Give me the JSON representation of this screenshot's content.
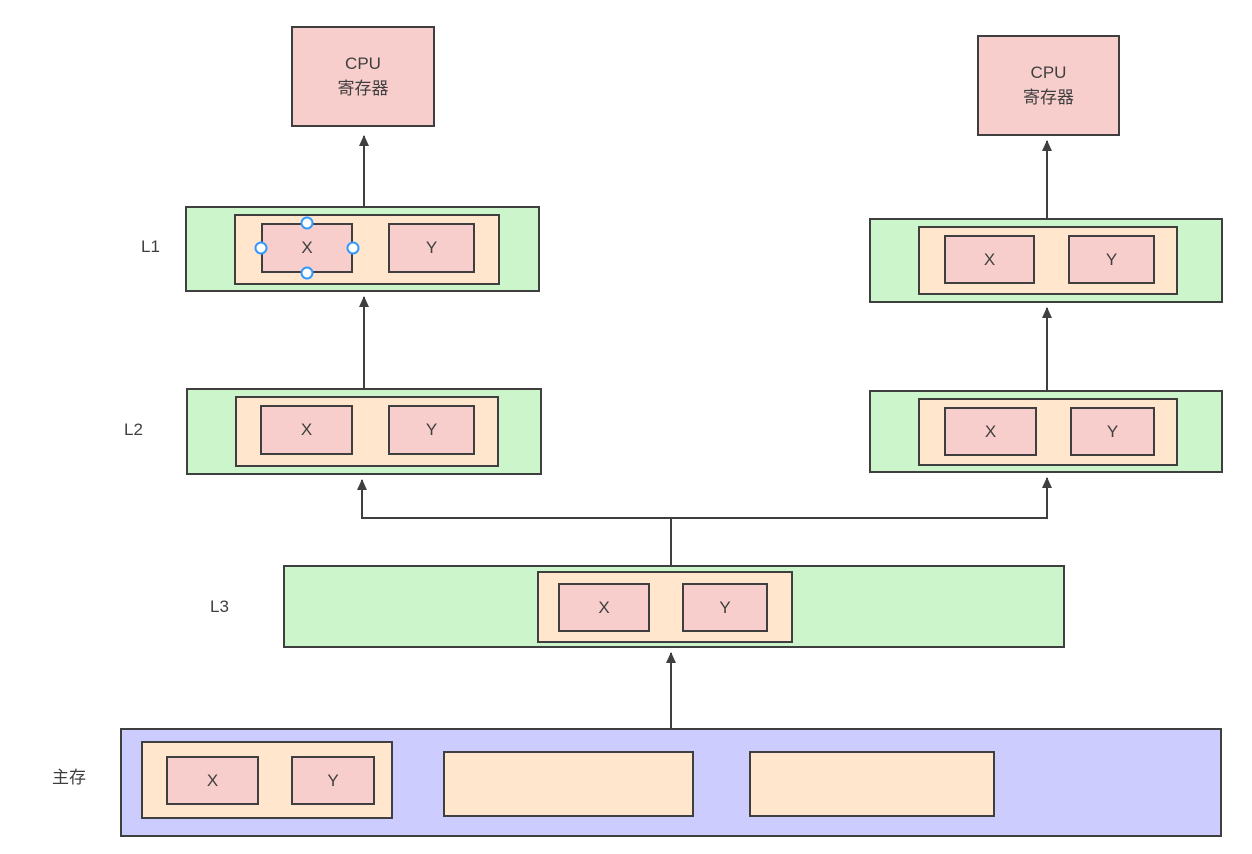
{
  "colors": {
    "cache_fill": "#cdf5cb",
    "container_fill": "#ffe6cc",
    "data_fill": "#f8cecc",
    "memory_fill": "#ccccff",
    "stroke": "#3f3f3f",
    "handle_blue": "#3399ff",
    "text": "#3f3f3f"
  },
  "cpu_left": {
    "line1": "CPU",
    "line2": "寄存器"
  },
  "cpu_right": {
    "line1": "CPU",
    "line2": "寄存器"
  },
  "levels": {
    "l1_left": {
      "label": "L1",
      "x": "X",
      "y": "Y"
    },
    "l1_right": {
      "x": "X",
      "y": "Y"
    },
    "l2_left": {
      "label": "L2",
      "x": "X",
      "y": "Y"
    },
    "l2_right": {
      "x": "X",
      "y": "Y"
    },
    "l3": {
      "label": "L3",
      "x": "X",
      "y": "Y"
    },
    "main_memory": {
      "label": "主存",
      "x": "X",
      "y": "Y"
    }
  }
}
